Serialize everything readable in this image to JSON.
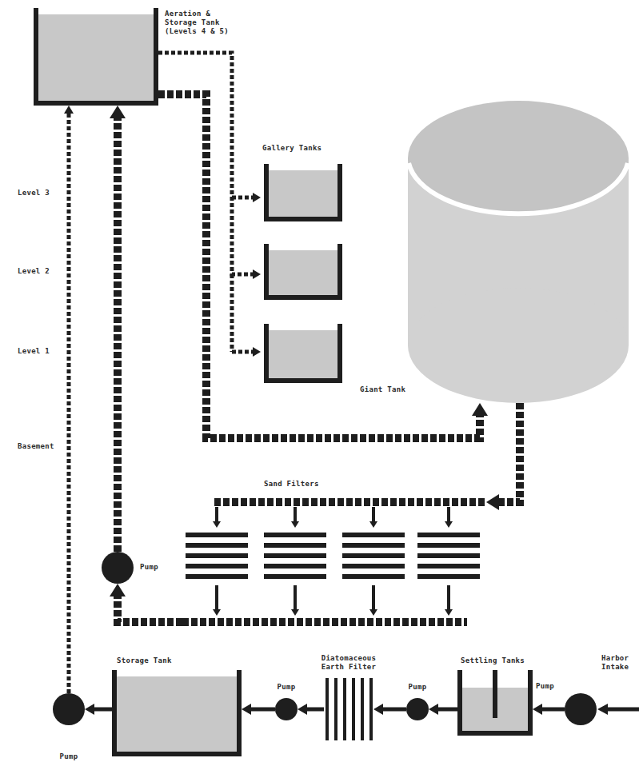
{
  "diagram": {
    "nodes": [
      {
        "text": [
          "Aeration & Storage Tank (Levels 4 & 5)"
        ]
      },
      {
        "text": [
          "Gallery Tanks"
        ]
      },
      {
        "text": [
          "Giant Tank"
        ]
      },
      {
        "text": [
          "Sand Filters"
        ]
      },
      {
        "text": [
          "Pump"
        ]
      },
      {
        "text": [
          "Storage Tank"
        ]
      },
      {
        "text": [
          "Diatomaceous Earth Filter"
        ]
      },
      {
        "text": [
          "Settling Tanks"
        ]
      },
      {
        "text": [
          "Pump"
        ]
      },
      {
        "text": [
          "Pump"
        ]
      },
      {
        "text": [
          "Pump"
        ]
      },
      {
        "text": [
          "Pump"
        ]
      }
    ],
    "edges": [
      {
        "from": 10,
        "to": 7,
        "arrow": "to"
      },
      {
        "from": 7,
        "to": 9,
        "arrow": "to"
      },
      {
        "from": 9,
        "to": 6,
        "arrow": "to"
      },
      {
        "from": 6,
        "to": 8,
        "arrow": "to"
      },
      {
        "from": 8,
        "to": 5,
        "arrow": "to"
      },
      {
        "from": 5,
        "to": 11,
        "arrow": "to"
      },
      {
        "from": 11,
        "to": 0,
        "arrow": "to"
      },
      {
        "from": 0,
        "to": 1,
        "arrow": "to"
      },
      {
        "from": 0,
        "to": 2,
        "arrow": "to"
      },
      {
        "from": 2,
        "to": 3,
        "arrow": "to"
      },
      {
        "from": 3,
        "to": 4,
        "arrow": "to"
      },
      {
        "from": 4,
        "to": 0,
        "arrow": "to"
      }
    ],
    "labels": [
      "Level 3",
      "Level 2",
      "Level 1",
      "Basement",
      "Harbor Intake"
    ]
  }
}
